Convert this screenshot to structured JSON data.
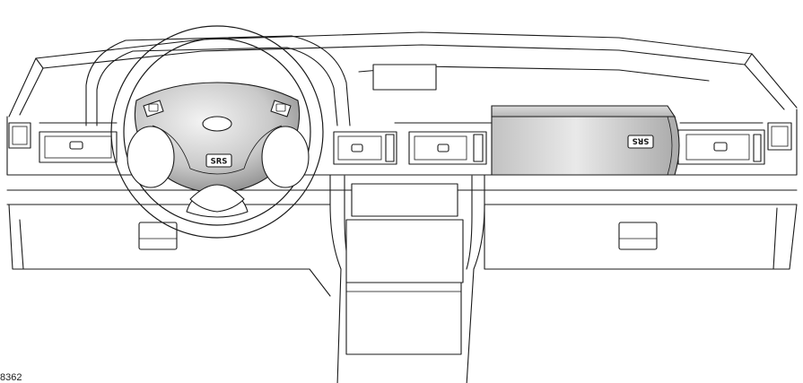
{
  "figure": {
    "number": "8362"
  },
  "labels": {
    "steering_wheel_badge": "SRS",
    "passenger_airbag_badge": "SRS"
  },
  "colors": {
    "line": "#1a1a1a",
    "airbag_shade_light": "#f4f4f4",
    "airbag_shade_dark": "#8a8a8a"
  }
}
